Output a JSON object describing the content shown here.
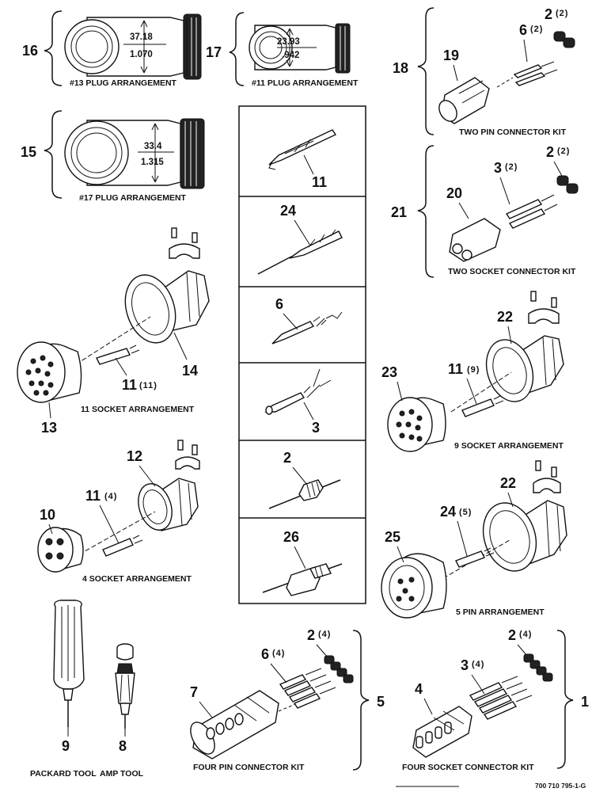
{
  "plug_13": {
    "callout": "16",
    "dim_top": "37.18",
    "dim_bottom": "1.070",
    "caption": "#13 PLUG ARRANGEMENT"
  },
  "plug_11": {
    "callout": "17",
    "dim_top": "23.93",
    "dim_bottom": ".942",
    "caption": "#11 PLUG ARRANGEMENT"
  },
  "plug_17": {
    "callout": "15",
    "dim_top": "33.4",
    "dim_bottom": "1.315",
    "caption": "#17 PLUG ARRANGEMENT"
  },
  "two_pin_kit": {
    "callout": "18",
    "caption": "TWO PIN CONNECTOR KIT",
    "housing": "19",
    "pin": "6",
    "pin_qty": "(2)",
    "seal": "2",
    "seal_qty": "(2)"
  },
  "two_socket_kit": {
    "callout": "21",
    "caption": "TWO SOCKET CONNECTOR KIT",
    "housing": "20",
    "socket": "3",
    "socket_qty": "(2)",
    "seal": "2",
    "seal_qty": "(2)"
  },
  "center_panel": {
    "items": [
      "11",
      "24",
      "6",
      "3",
      "2",
      "26"
    ]
  },
  "socket_11": {
    "caption": "11 SOCKET ARRANGEMENT",
    "insert": "13",
    "shell": "14",
    "contact": "11",
    "contact_qty": "(11)"
  },
  "socket_9": {
    "caption": "9 SOCKET ARRANGEMENT",
    "insert": "23",
    "shell": "22",
    "contact": "11",
    "contact_qty": "(9)"
  },
  "socket_4": {
    "caption": "4 SOCKET ARRANGEMENT",
    "insert": "10",
    "shell": "12",
    "contact": "11",
    "contact_qty": "(4)"
  },
  "pin_5": {
    "caption": "5 PIN ARRANGEMENT",
    "insert": "25",
    "shell": "22",
    "contact": "24",
    "contact_qty": "(5)"
  },
  "tools": {
    "packard_num": "9",
    "packard_label": "PACKARD TOOL",
    "amp_num": "8",
    "amp_label": "AMP TOOL"
  },
  "four_pin_kit": {
    "callout": "5",
    "caption": "FOUR PIN CONNECTOR KIT",
    "housing": "7",
    "pin": "6",
    "pin_qty": "(4)",
    "seal": "2",
    "seal_qty": "(4)"
  },
  "four_socket_kit": {
    "callout": "1",
    "caption": "FOUR SOCKET CONNECTOR KIT",
    "housing": "4",
    "socket": "3",
    "socket_qty": "(4)",
    "seal": "2",
    "seal_qty": "(4)"
  },
  "figure_code": "700 710 795-1-G"
}
